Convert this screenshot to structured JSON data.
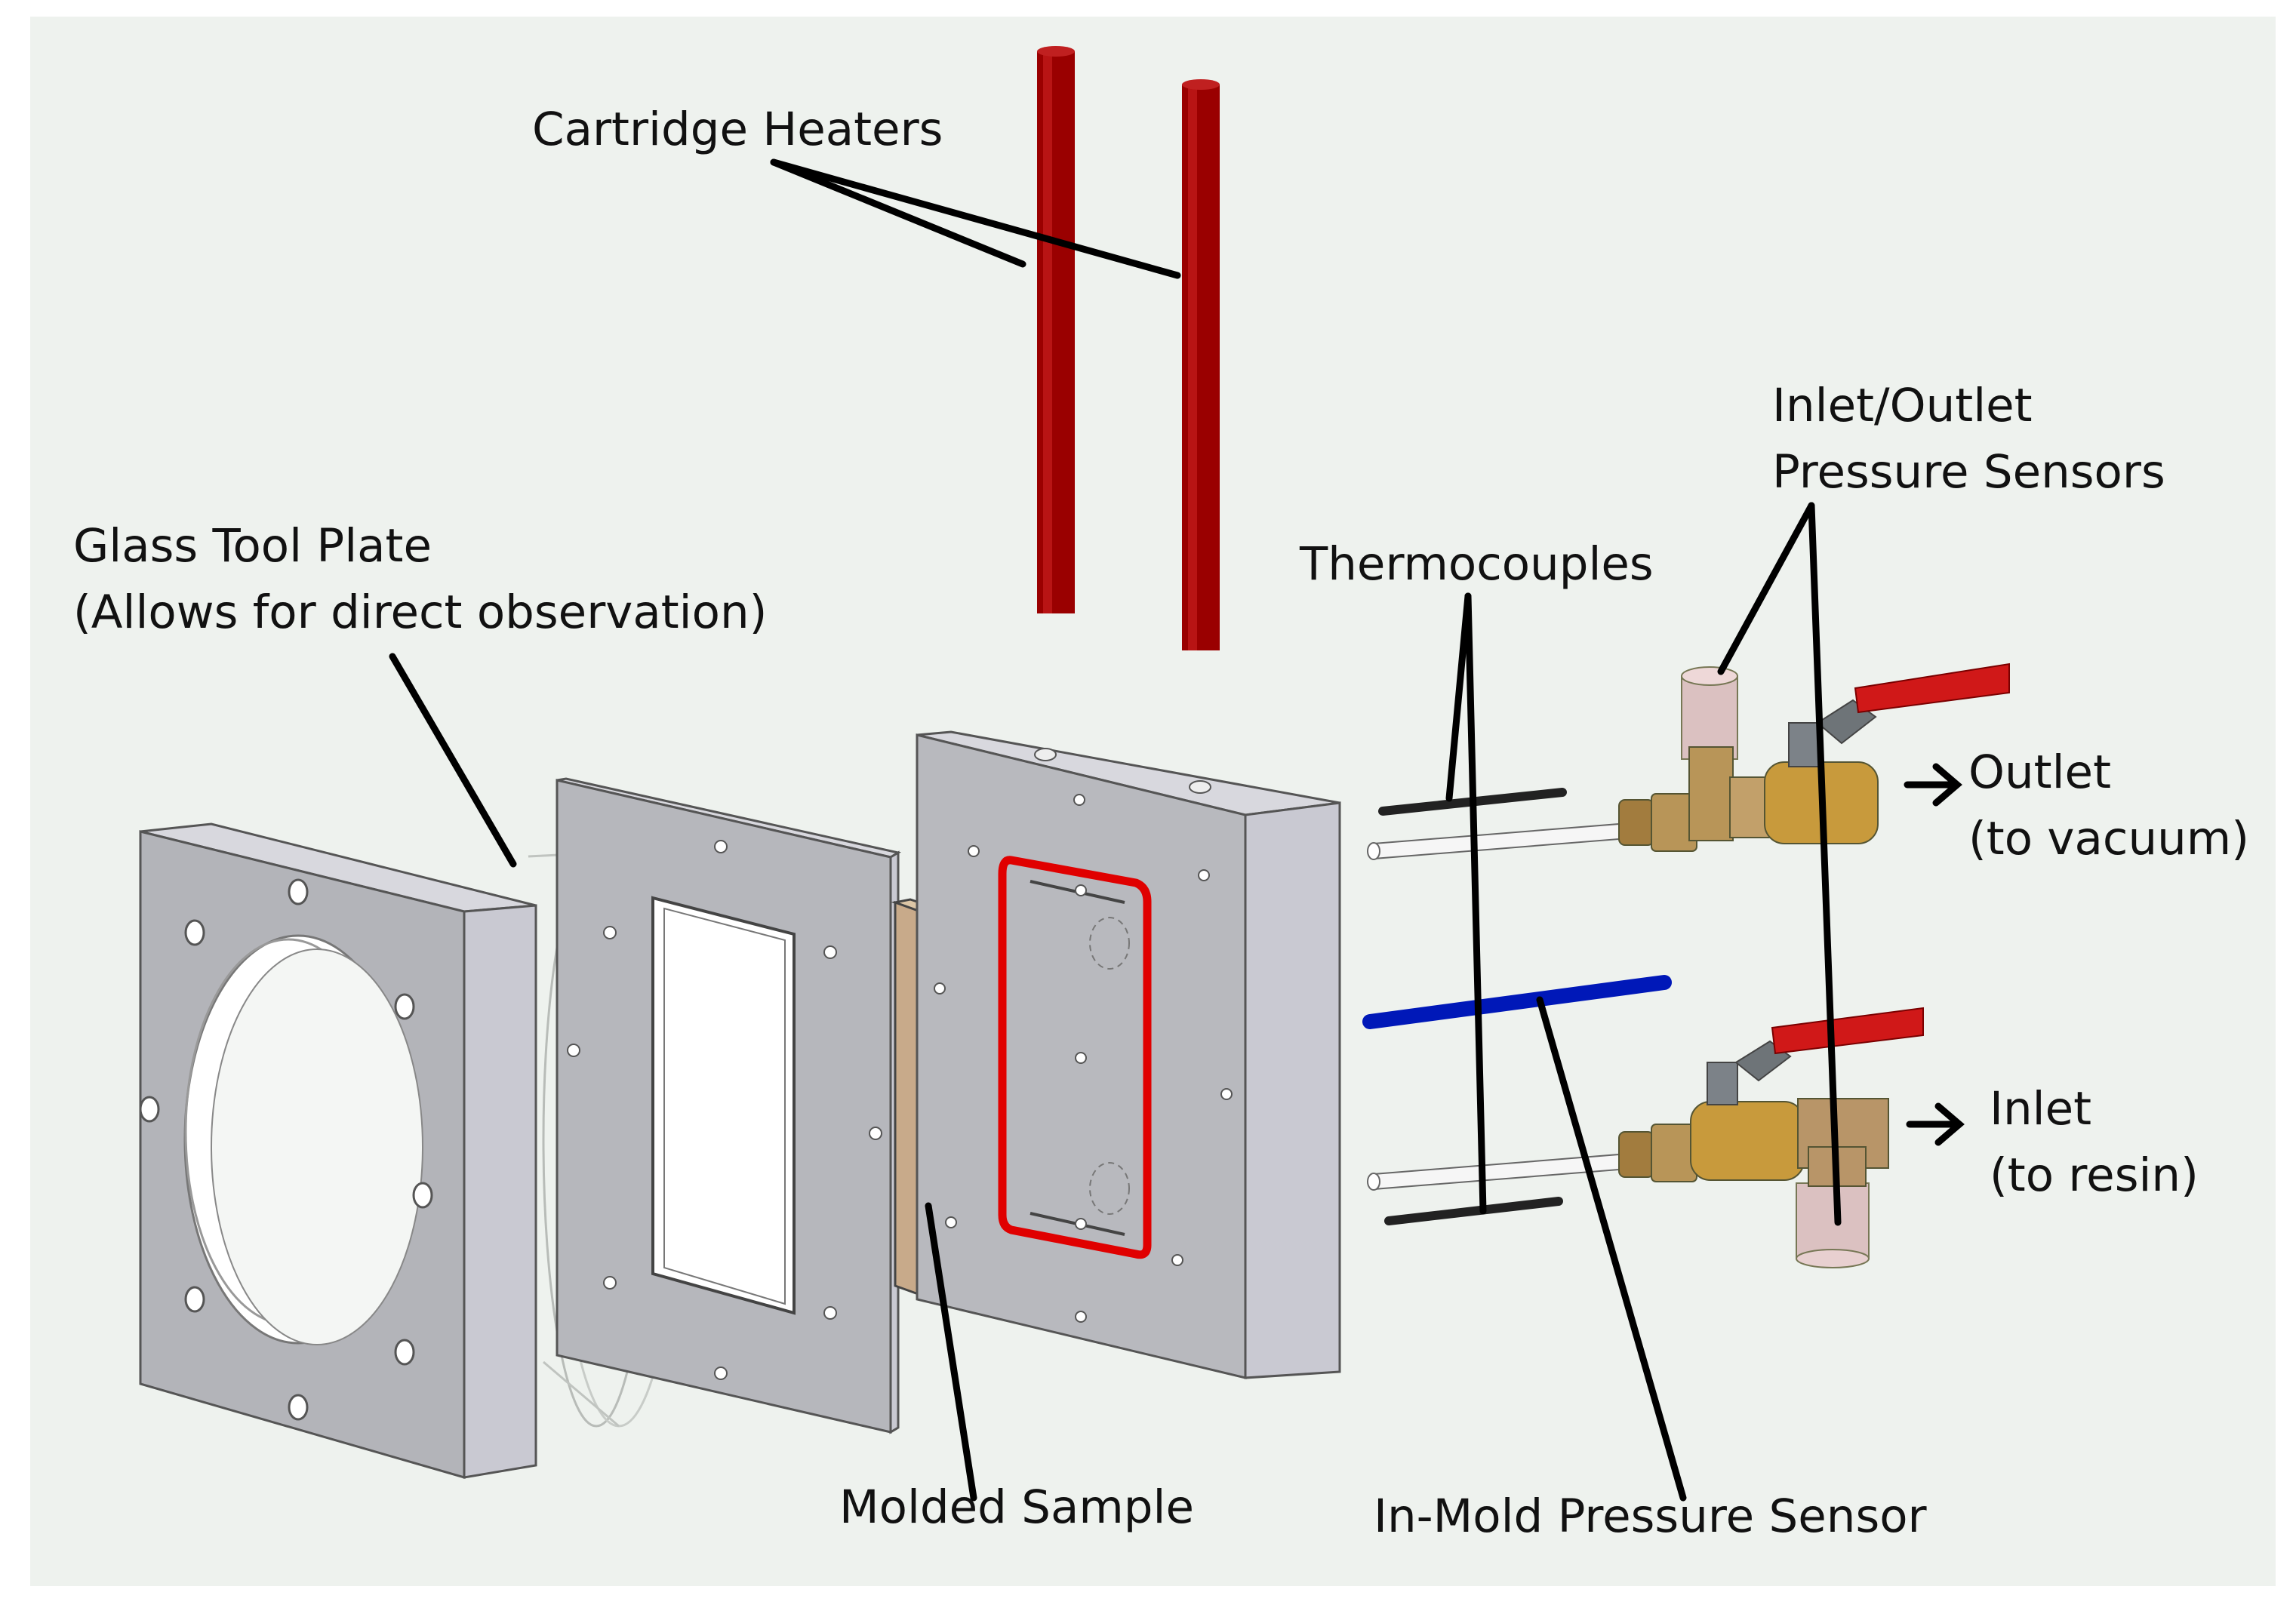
{
  "figure": {
    "colors": {
      "panel_bg": "#eef2ee",
      "metal_face": "#b7b8bd",
      "metal_side": "#c9c9d2",
      "heater_red": "#9a0000",
      "sensor_blue": "#0018b8",
      "molded_sample": "#c8aa8a",
      "brass": "#b89558",
      "handle_red": "#d01818",
      "gasket_red": "#e00000",
      "leader_black": "#000000"
    },
    "labels": {
      "cartridge_heaters": "Cartridge Heaters",
      "glass_plate_line1": "Glass Tool Plate",
      "glass_plate_line2": "(Allows for direct observation)",
      "thermocouples": "Thermocouples",
      "io_sensors_line1": "Inlet/Outlet",
      "io_sensors_line2": "Pressure Sensors",
      "outlet_line1": "Outlet",
      "outlet_line2": "(to vacuum)",
      "inlet_line1": "Inlet",
      "inlet_line2": "(to resin)",
      "molded_sample": "Molded Sample",
      "in_mold_sensor": "In-Mold Pressure Sensor"
    },
    "arrow_icon": "right-arrow-icon"
  }
}
